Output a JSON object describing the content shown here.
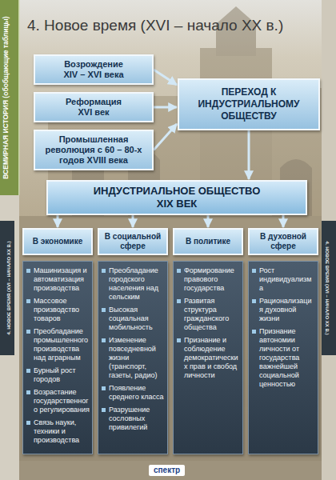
{
  "diagram": {
    "title": "4. Новое время (XVI – начало XX в.)",
    "nodes": [
      {
        "text": [
          "Возрождение",
          "XIV – XVI века"
        ]
      },
      {
        "text": [
          "Реформация",
          "XVI век"
        ]
      },
      {
        "text": [
          "Промышленная революция с 60 – 80-х годов XVIII века"
        ]
      },
      {
        "text": [
          "ПЕРЕХОД К ИНДУСТРИАЛЬНОМУ ОБЩЕСТВУ"
        ]
      },
      {
        "text": [
          "ИНДУСТРИАЛЬНОЕ ОБЩЕСТВО",
          "XIX ВЕК"
        ]
      },
      {
        "text": [
          "В экономике"
        ]
      },
      {
        "text": [
          "В социальной сфере"
        ]
      },
      {
        "text": [
          "В политике"
        ]
      },
      {
        "text": [
          "В духовной сфере"
        ]
      },
      {
        "text": [
          "Машинизация и автоматизация производства",
          "Массовое производство товаров",
          "Преобладание промышленного производства над аграрным",
          "Бурный рост городов",
          "Возрастание государственного регулирования",
          "Связь науки, техники и производства"
        ]
      },
      {
        "text": [
          "Преобладание городского населения над сельским",
          "Высокая социальная мобильность",
          "Изменение повседневной жизни (транспорт, газеты, радио)",
          "Появление среднего класса",
          "Разрушение сословных привилегий"
        ]
      },
      {
        "text": [
          "Формирование правового государства",
          "Развитая структура гражданского общества",
          "Признание и соблюдение демократических прав и свобод личности"
        ]
      },
      {
        "text": [
          "Рост индивидуализма",
          "Рационализация духовной жизни",
          "Признание автономии личности от государства важнейшей социальной ценностью"
        ]
      }
    ],
    "edges": [
      {
        "from": 0,
        "to": 3,
        "arrow": "to"
      },
      {
        "from": 1,
        "to": 3,
        "arrow": "to"
      },
      {
        "from": 2,
        "to": 3,
        "arrow": "to"
      },
      {
        "from": 3,
        "to": 4,
        "arrow": "to"
      },
      {
        "from": 4,
        "to": 5,
        "arrow": "to"
      },
      {
        "from": 4,
        "to": 6,
        "arrow": "to"
      },
      {
        "from": 4,
        "to": 7,
        "arrow": "to"
      },
      {
        "from": 4,
        "to": 8,
        "arrow": "to"
      }
    ],
    "labels": [
      "ВСЕМИРНАЯ ИСТОРИЯ (обобщающие таблицы)",
      "4. НОВОЕ ВРЕМЯ (XVI – НАЧАЛО XX В.)",
      "4. НОВОЕ ВРЕМЯ (XVI – НАЧАЛО XX В.)",
      "спектр"
    ]
  }
}
